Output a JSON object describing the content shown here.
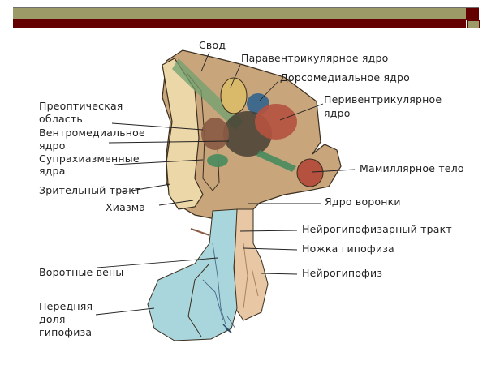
{
  "header": {
    "colors": {
      "olive": "#9c9a66",
      "maroon": "#650000"
    }
  },
  "diagram": {
    "subject": "hypothalamus-pituitary",
    "labels": {
      "svod": "Свод",
      "paraventricular": "Паравентрикулярное ядро",
      "dorsomedial": "Дорсомедиальное ядро",
      "periventricular_1": "Перивентрикулярное",
      "periventricular_2": "ядро",
      "preoptic_1": "Преоптическая",
      "preoptic_2": "область",
      "ventromedial_1": "Вентромедиальное",
      "ventromedial_2": "ядро",
      "suprachiasmatic_1": "Супрахиазменные",
      "suprachiasmatic_2": "ядра",
      "optic_tract": "Зрительный тракт",
      "chiasm": "Хиазма",
      "mammillary": "Мамиллярное тело",
      "infundibular": "Ядро воронки",
      "neurohypophyseal_tract": "Нейрогипофизарный тракт",
      "stalk": "Ножка гипофиза",
      "neurohypophysis": "Нейрогипофиз",
      "portal_veins": "Воротные вены",
      "anterior_1": "Передняя",
      "anterior_2": "доля",
      "anterior_3": "гипофиза"
    },
    "colors": {
      "tan": "#d9bd8c",
      "light_tan": "#ecd7a8",
      "brown": "#8a5a44",
      "red_nucleus": "#b5523f",
      "blue_nucleus": "#3f6a8c",
      "green": "#3f8a5c",
      "cyan_lobe": "#a9d6dc",
      "post_lobe": "#e7c7a4"
    }
  }
}
